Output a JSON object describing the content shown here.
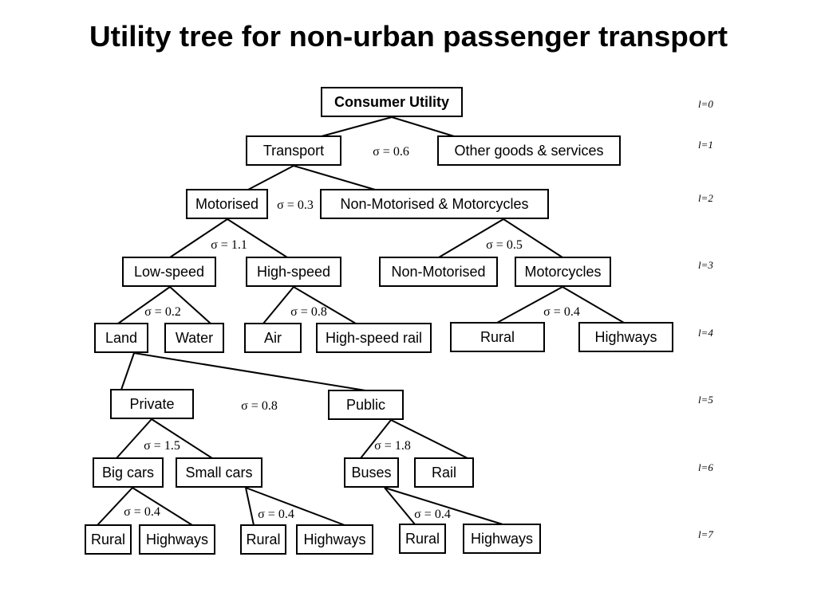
{
  "title": "Utility tree for non-urban passenger transport",
  "levels": [
    "l=0",
    "l=1",
    "l=2",
    "l=3",
    "l=4",
    "l=5",
    "l=6",
    "l=7"
  ],
  "nodes": {
    "consumer_utility": "Consumer Utility",
    "transport": "Transport",
    "other_goods": "Other goods & services",
    "motorised": "Motorised",
    "non_motorised_motorcycles": "Non-Motorised & Motorcycles",
    "low_speed": "Low-speed",
    "high_speed": "High-speed",
    "non_motorised": "Non-Motorised",
    "motorcycles": "Motorcycles",
    "land": "Land",
    "water": "Water",
    "air": "Air",
    "high_speed_rail": "High-speed rail",
    "motorcycles_rural": "Rural",
    "motorcycles_highways": "Highways",
    "private": "Private",
    "public": "Public",
    "big_cars": "Big cars",
    "small_cars": "Small cars",
    "buses": "Buses",
    "rail": "Rail",
    "big_cars_rural": "Rural",
    "big_cars_highways": "Highways",
    "small_cars_rural": "Rural",
    "small_cars_highways": "Highways",
    "buses_rural": "Rural",
    "buses_highways": "Highways"
  },
  "sigmas": {
    "transport_other": "σ = 0.6",
    "motorised_nonmotorised": "σ = 0.3",
    "motorised": "σ = 1.1",
    "non_motorised_motorcycles": "σ = 0.5",
    "low_speed": "σ = 0.2",
    "high_speed": "σ = 0.8",
    "motorcycles": "σ = 0.4",
    "private_public": "σ = 0.8",
    "private": "σ = 1.5",
    "public": "σ = 1.8",
    "big_cars": "σ = 0.4",
    "small_cars": "σ = 0.4",
    "buses": "σ = 0.4"
  }
}
